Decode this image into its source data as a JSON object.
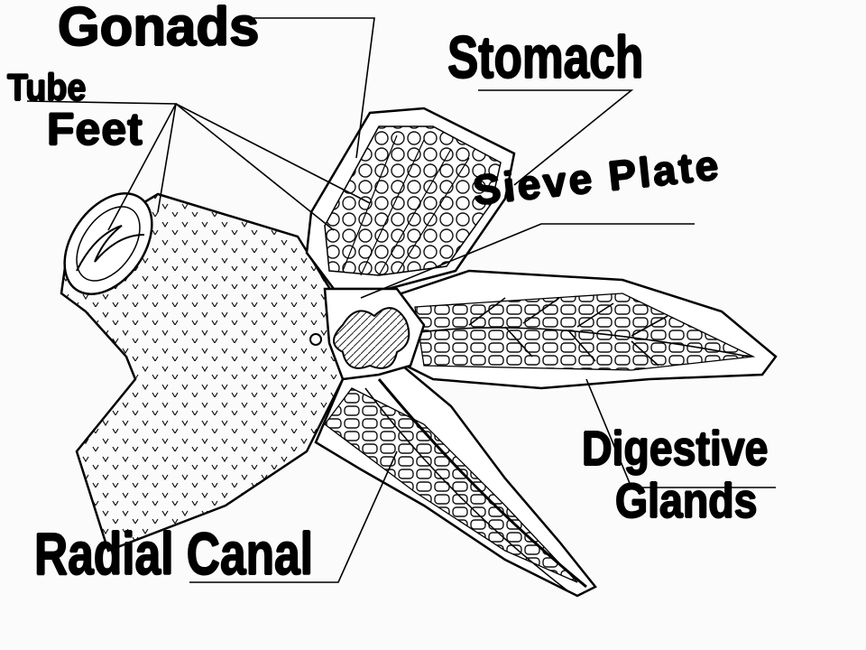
{
  "labels": {
    "gonads": "Gonads",
    "stomach": "Stomach",
    "tube": "Tube",
    "feet": "Feet",
    "sieve_plate": "Sieve Plate",
    "digestive": "Digestive",
    "glands": "Glands",
    "radial_canal": "Radial Canal"
  },
  "colors": {
    "ink": "#000000",
    "paper": "#fbfbfb"
  }
}
